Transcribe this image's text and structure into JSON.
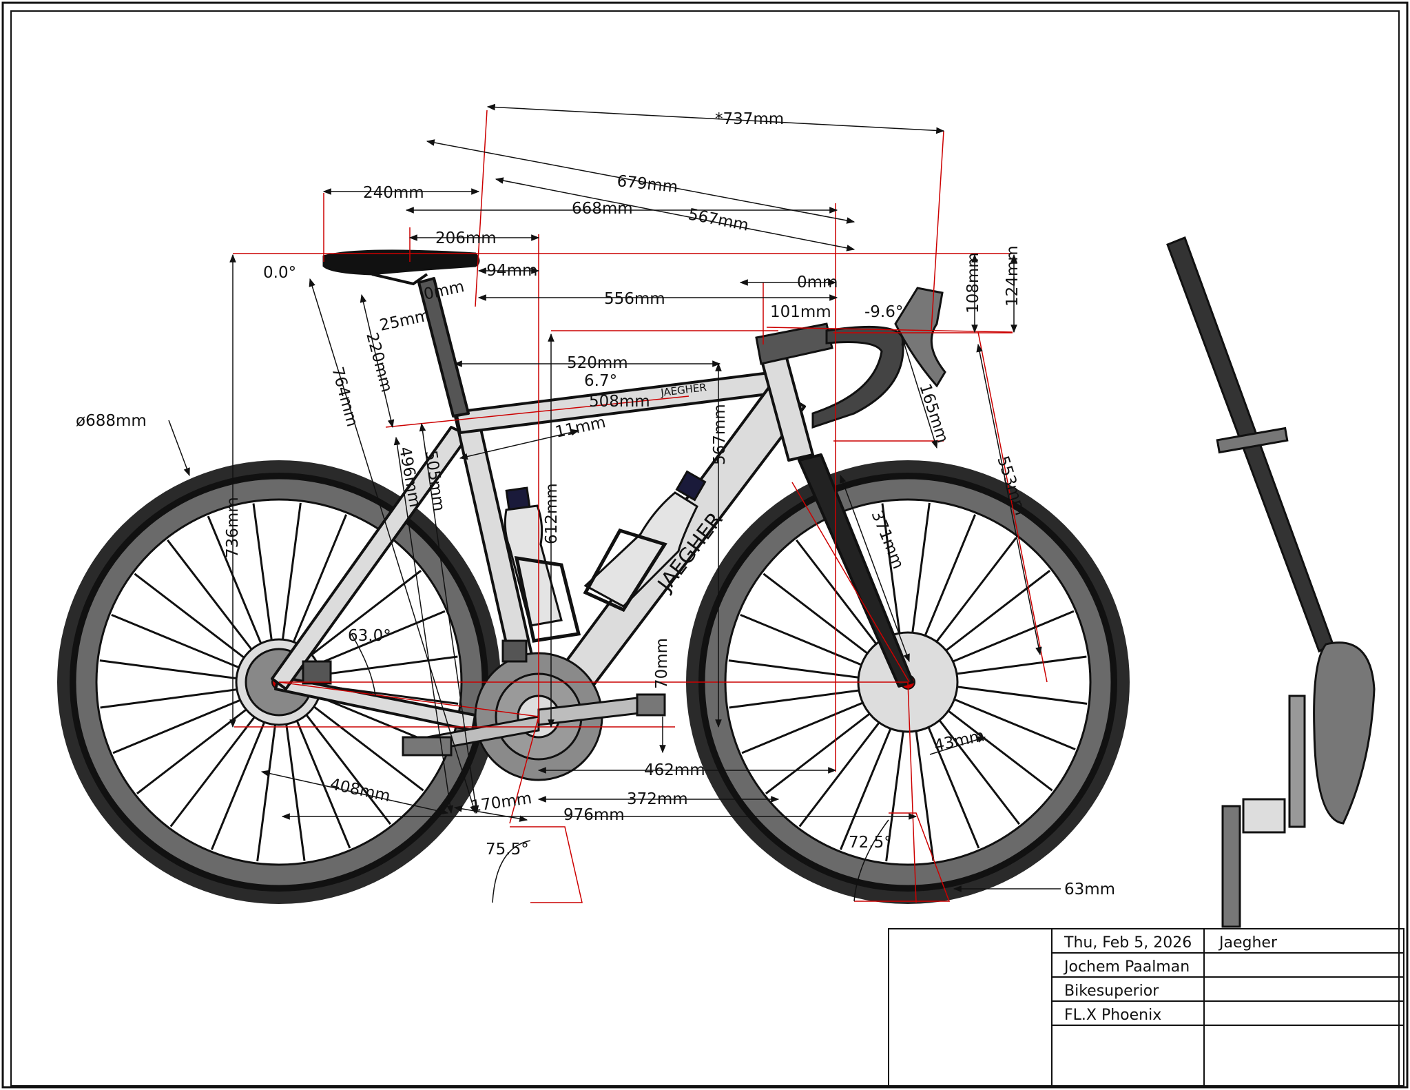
{
  "dimensions": {
    "wheel_diameter": "ø688mm",
    "d_737": "*737mm",
    "d_679": "679mm",
    "d_240": "240mm",
    "d_668": "668mm",
    "d_567_top": "567mm",
    "d_206": "206mm",
    "d_94": "-94mm",
    "d_0_top": "0mm",
    "d_556": "556mm",
    "d_108": "108mm",
    "d_124": "124mm",
    "angle_saddle": "0.0°",
    "d_0_seat": "0mm",
    "d_25": "25mm",
    "d_101": "101mm",
    "angle_stem": "-9.6°",
    "d_520": "520mm",
    "angle_top": "6.7°",
    "d_508": "508mm",
    "d_220": "220mm",
    "d_764": "764mm",
    "d_11": "11mm",
    "d_165": "165mm",
    "d_736": "736mm",
    "d_496": "496mm",
    "d_505": "505mm",
    "d_612": "612mm",
    "d_567_stack": "567mm",
    "d_553": "553mm",
    "d_371": "371mm",
    "angle_chainstay": "63.0°",
    "d_70": "70mm",
    "d_43": "43mm",
    "d_462": "462mm",
    "d_408": "408mm",
    "d_372": "372mm",
    "d_170": "170mm",
    "d_976": "976mm",
    "angle_seat": "75.5°",
    "angle_head": "72.5°",
    "d_63": "63mm"
  },
  "frame": {
    "brand_top": "JAEGHER",
    "brand_down": "JAEGHER"
  },
  "title_block": {
    "date": "Thu, Feb 5, 2026",
    "brand": "Jaegher",
    "designer": "Jochem Paalman",
    "company": "Bikesuperior",
    "model": "FL.X Phoenix"
  },
  "colors": {
    "dimension_line": "#cc0000",
    "frame": "#dcdcdc",
    "tire": "#2a2a2a",
    "rim": "#6a6a6a"
  }
}
